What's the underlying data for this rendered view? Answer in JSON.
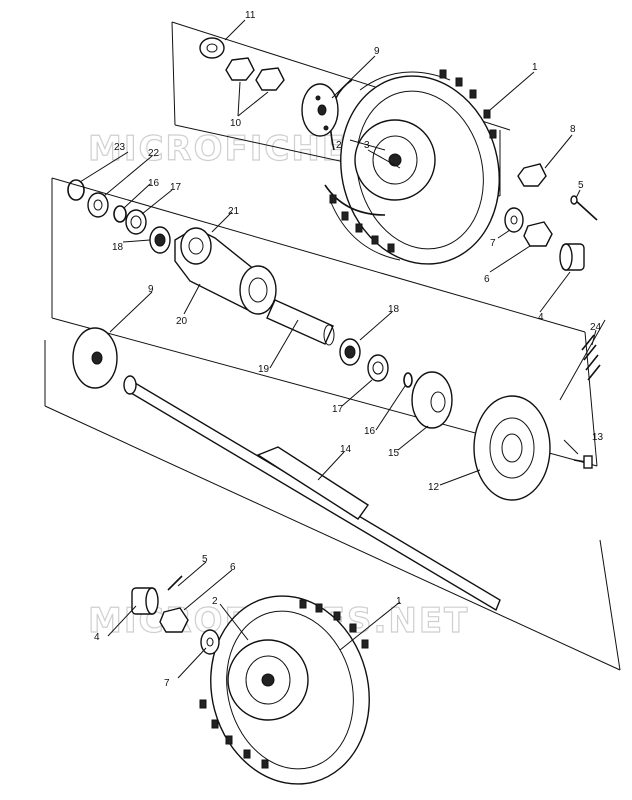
{
  "watermark": "MICROFICHES.NET",
  "callouts": {
    "c1_top": "1",
    "c2_top": "2",
    "c3_top": "3",
    "c4_top": "4",
    "c5_top": "5",
    "c6_top": "6",
    "c7_top": "7",
    "c8": "8",
    "c9_top": "9",
    "c10": "10",
    "c11": "11",
    "c22": "22",
    "c23": "23",
    "c16_top": "16",
    "c17_top": "17",
    "c18_top": "18",
    "c21": "21",
    "c20": "20",
    "c19": "19",
    "c18_mid": "18",
    "c17_mid": "17",
    "c16_mid": "16",
    "c15": "15",
    "c24": "24",
    "c9_mid": "9",
    "c14": "14",
    "c13": "13",
    "c12": "12",
    "c5_bot": "5",
    "c6_bot": "6",
    "c4_bot": "4",
    "c7_bot": "7",
    "c2_bot": "2",
    "c1_bot": "1"
  }
}
